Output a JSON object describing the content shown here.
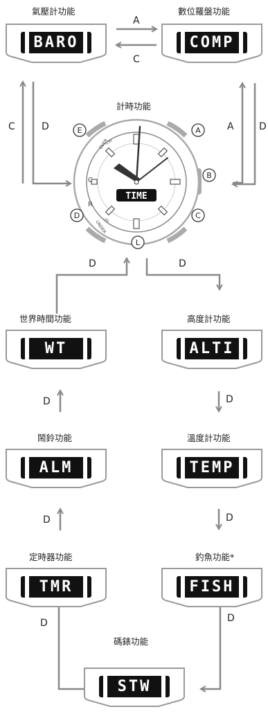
{
  "modes": {
    "baro": {
      "title": "氣壓計功能",
      "display": "BARO"
    },
    "comp": {
      "title": "數位羅盤功能",
      "display": "COMP"
    },
    "timekeeping": {
      "title": "計時功能",
      "display": "TIME"
    },
    "wt": {
      "title": "世界時間功能",
      "display": "WT"
    },
    "alti": {
      "title": "高度計功能",
      "display": "ALTI"
    },
    "alm": {
      "title": "鬧鈴功能",
      "display": "ALM"
    },
    "temp": {
      "title": "溫度計功能",
      "display": "TEMP"
    },
    "tmr": {
      "title": "定時器功能",
      "display": "TMR"
    },
    "fish": {
      "title": "釣魚功能*",
      "display": "FISH"
    },
    "stw": {
      "title": "碼錶功能",
      "display": "STW"
    }
  },
  "buttons": {
    "a": "A",
    "b": "B",
    "c": "C",
    "d": "D",
    "e": "E",
    "l": "L"
  },
  "bezel": {
    "over": "OVER",
    "under": "UNDER",
    "c": "C",
    "r": "R",
    "p30": "+30",
    "m30": "-30"
  }
}
